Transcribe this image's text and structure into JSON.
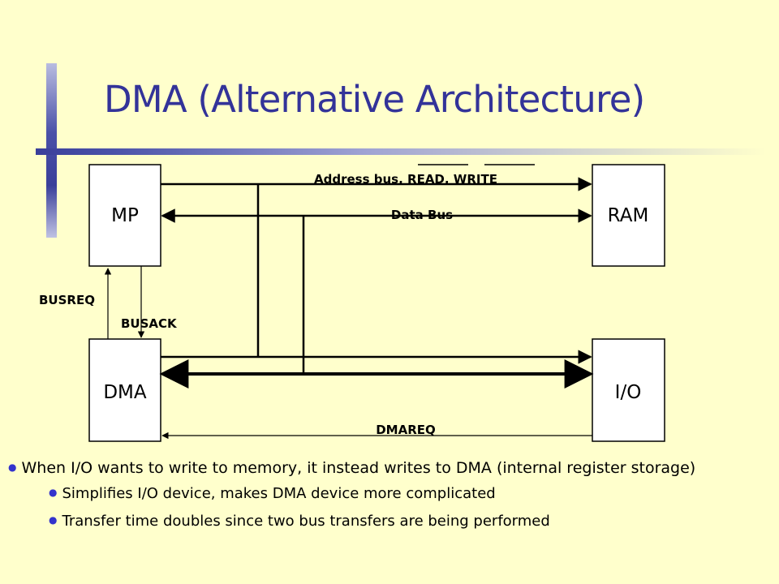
{
  "slide": {
    "title": "DMA (Alternative Architecture)",
    "accent_color": "#333399",
    "background_color": "#FFFFCC"
  },
  "diagram": {
    "boxes": {
      "mp": "MP",
      "ram": "RAM",
      "dma": "DMA",
      "io": "I/O"
    },
    "labels": {
      "address_bus": "Address bus, READ, WRITE",
      "data_bus": "Data Bus",
      "busreq": "BUSREQ",
      "busack": "BUSACK",
      "dmareq": "DMAREQ"
    }
  },
  "bullets": [
    {
      "text": "When I/O wants to write to memory, it instead writes to DMA (internal register storage)",
      "level": 1
    },
    {
      "text": "Simplifies I/O device, makes DMA device more complicated",
      "level": 2
    },
    {
      "text": "Transfer time doubles since two bus transfers are being performed",
      "level": 2
    }
  ]
}
